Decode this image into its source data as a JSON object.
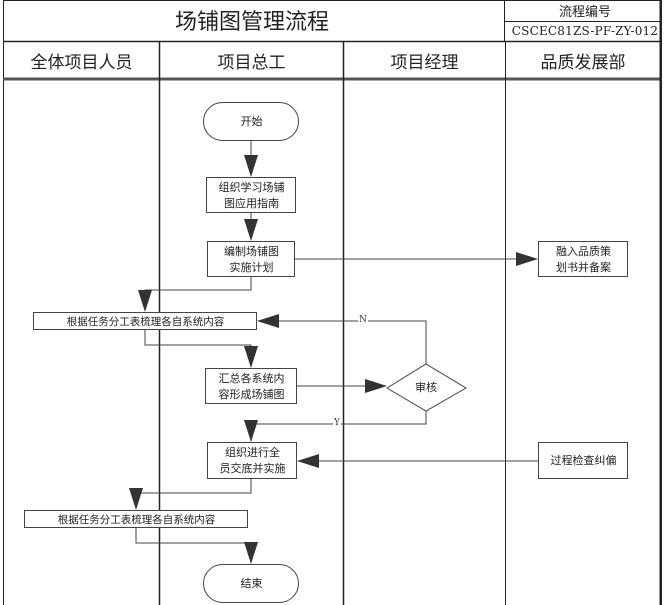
{
  "header": {
    "title": "场铺图管理流程",
    "code_label": "流程编号",
    "code_value": "CSCEC81ZS-PF-ZY-012"
  },
  "lanes": [
    {
      "label": "全体项目人员"
    },
    {
      "label": "项目总工"
    },
    {
      "label": "项目经理"
    },
    {
      "label": "品质发展部"
    }
  ],
  "nodes": {
    "start": "开始",
    "study_guide": "组织学习场铺\n图应用指南",
    "plan": "编制场铺图\n实施计划",
    "quality_plan": "融入品质策\n划书并备案",
    "sort_content_1": "根据任务分工表梳理各自系统内容",
    "summarize": "汇总各系统内\n容形成场铺图",
    "review": "审核",
    "disclose": "组织进行全\n员交底并实施",
    "process_check": "过程检查纠偏",
    "sort_content_2": "根据任务分工表梳理各自系统内容",
    "end": "结束"
  },
  "edge_labels": {
    "no": "N",
    "yes": "Y"
  }
}
